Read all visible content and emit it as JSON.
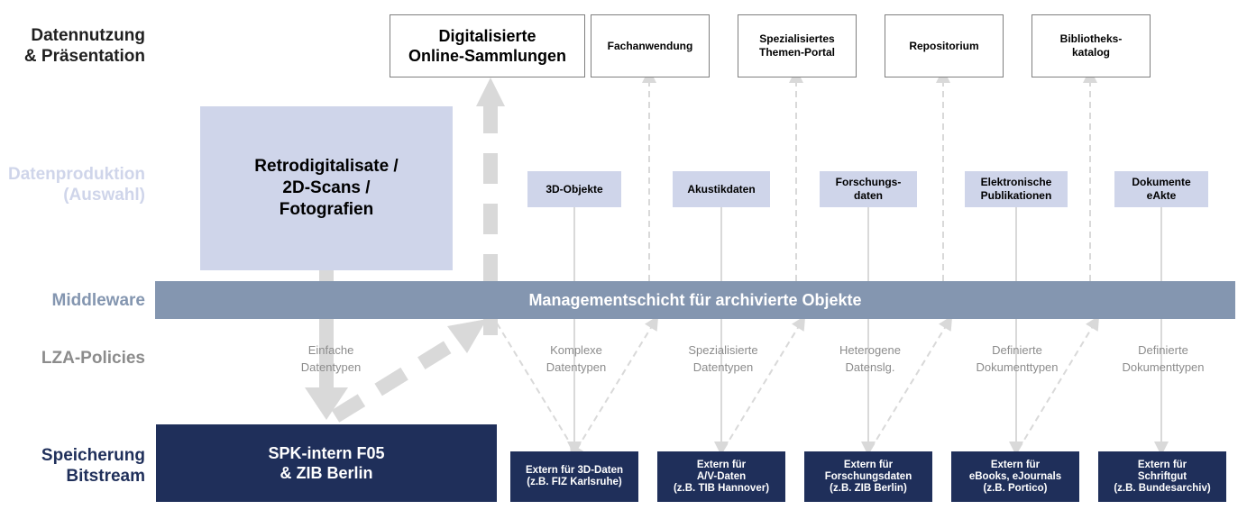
{
  "row_labels": {
    "usage": "Datennutzung\n& Präsentation",
    "production": "Datenproduktion\n(Auswahl)",
    "middleware": "Middleware",
    "policies": "LZA-Policies",
    "storage": "Speicherung\nBitstream"
  },
  "colors": {
    "usage_label": "#1f1f1f",
    "production_label": "#cfd5ea",
    "middleware_label": "#8496b0",
    "policies_label": "#8c8c8c",
    "storage_label": "#1f2f5a",
    "middleware_bar": "#8496b0",
    "production_box": "#cfd5ea",
    "storage_box": "#1f2f5a",
    "arrow_light": "#d9d9d9"
  },
  "outputs": {
    "main": "Digitalisierte\nOnline-Sammlungen",
    "items": [
      "Fachanwendung",
      "Spezialisiertes\nThemen-Portal",
      "Repositorium",
      "Bibliotheks-\nkatalog"
    ]
  },
  "production": {
    "main": "Retrodigitalisate /\n2D-Scans /\nFotografien",
    "items": [
      "3D-Objekte",
      "Akustikdaten",
      "Forschungs-\ndaten",
      "Elektronische\nPublikationen",
      "Dokumente\neAkte"
    ]
  },
  "middleware": {
    "label": "Managementschicht für archivierte Objekte"
  },
  "policies": [
    "Einfache\nDatentypen",
    "Komplexe\nDatentypen",
    "Spezialisierte\nDatentypen",
    "Heterogene\nDatenslg.",
    "Definierte\nDokumenttypen",
    "Definierte\nDokumenttypen"
  ],
  "storage": {
    "main": "SPK-intern F05\n& ZIB Berlin",
    "items": [
      "Extern für 3D-Daten\n(z.B. FIZ Karlsruhe)",
      "Extern für\nA/V-Daten\n(z.B. TIB Hannover)",
      "Extern für\nForschungsdaten\n(z.B. ZIB Berlin)",
      "Extern für\neBooks, eJournals\n(z.B. Portico)",
      "Extern für\nSchriftgut\n(z.B. Bundesarchiv)"
    ]
  }
}
